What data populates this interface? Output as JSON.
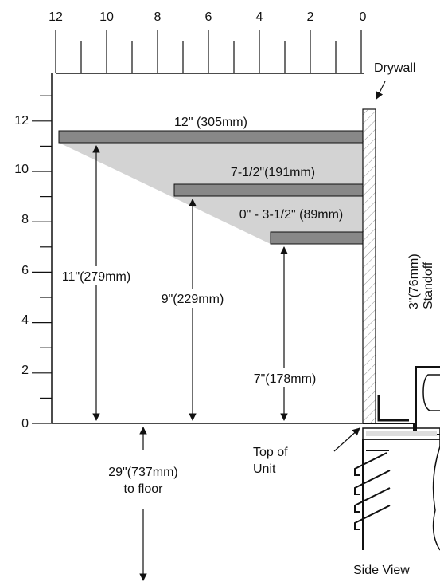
{
  "top_ruler": {
    "labels": [
      "12",
      "10",
      "8",
      "6",
      "4",
      "2",
      "0"
    ]
  },
  "left_ruler": {
    "labels": [
      "12",
      "10",
      "8",
      "6",
      "4",
      "2",
      "0"
    ]
  },
  "labels": {
    "drywall": "Drywall",
    "standoff_line1": "3\"(76mm)",
    "standoff_line2": "Standoff",
    "top_of_unit_line1": "Top of",
    "top_of_unit_line2": "Unit",
    "side_view": "Side View"
  },
  "shelves": [
    {
      "label": "12\" (305mm)"
    },
    {
      "label": "7-1/2\"(191mm)"
    },
    {
      "label": "0\" - 3-1/2\" (89mm)"
    }
  ],
  "heights": [
    {
      "label": "11\"(279mm)"
    },
    {
      "label": "9\"(229mm)"
    },
    {
      "label": "7\"(178mm)"
    }
  ],
  "floor": {
    "line1": "29\"(737mm)",
    "line2": "to floor"
  },
  "colors": {
    "shelf": "#888888",
    "region": "#d3d3d3",
    "line": "#111111"
  }
}
